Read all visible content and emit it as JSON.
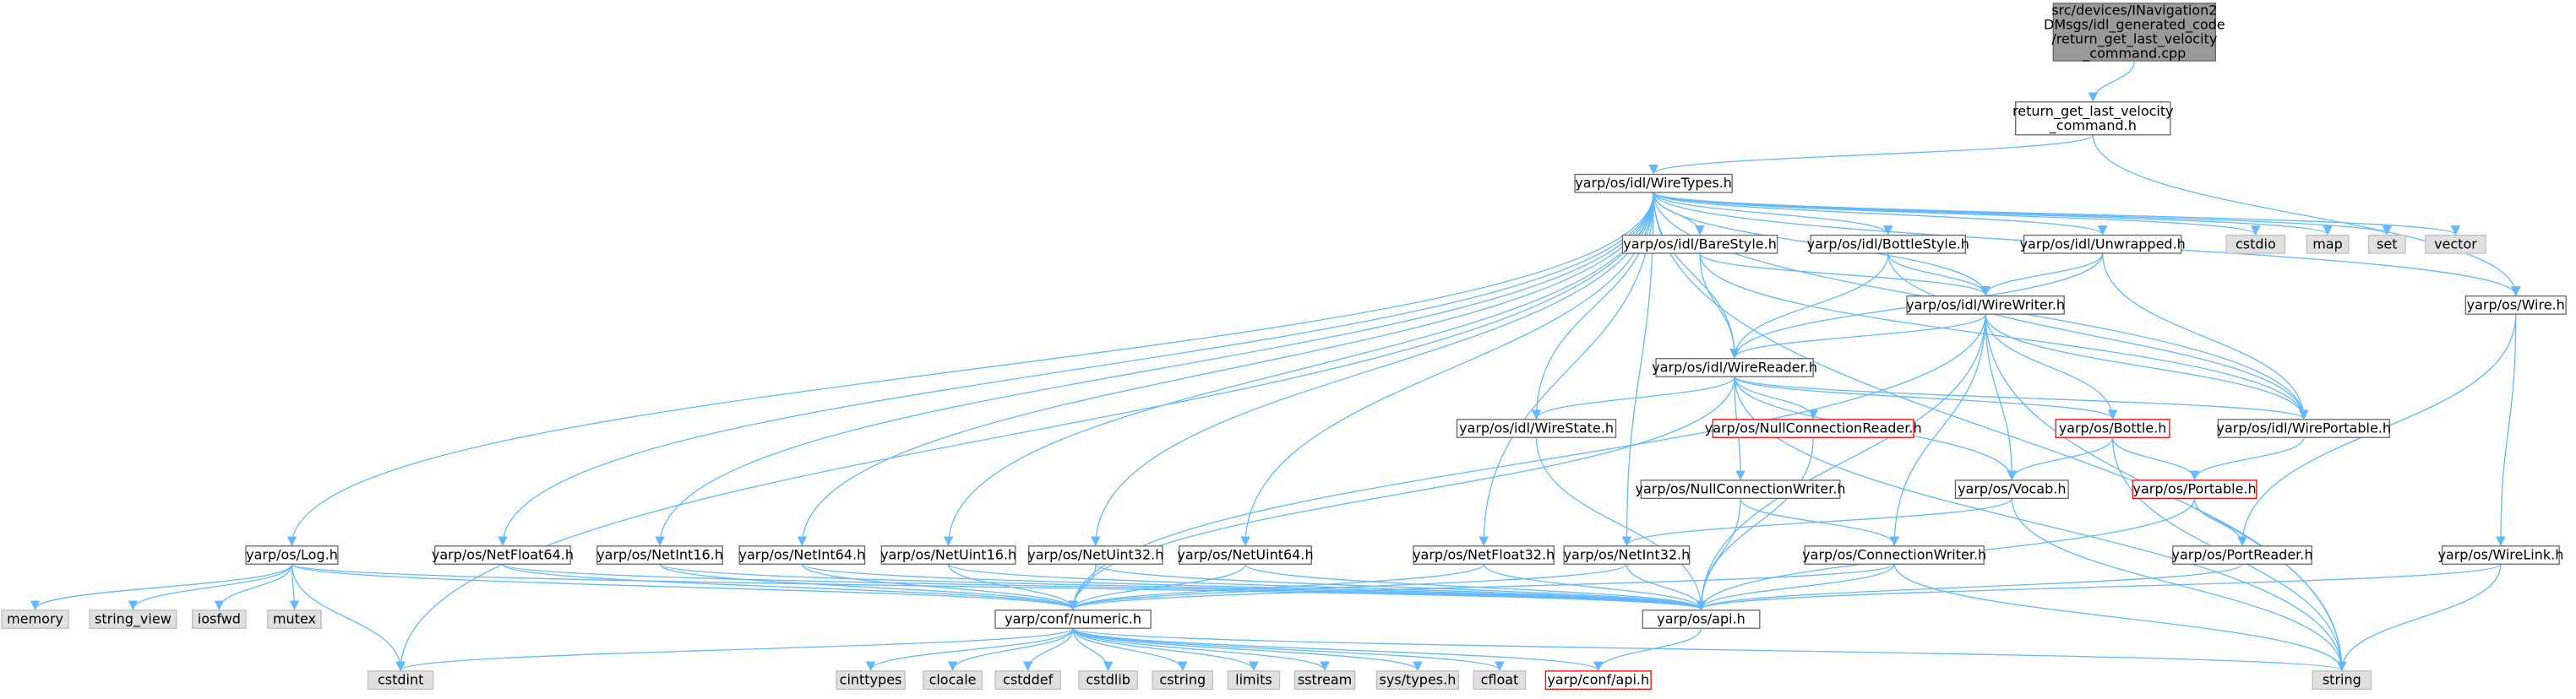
{
  "diagram": {
    "nodes": [
      {
        "id": "root",
        "lines": [
          "src/devices/INavigation2",
          "DMsgs/idl_generated_code",
          "/return_get_last_velocity",
          "_command.cpp"
        ],
        "style": "root"
      },
      {
        "id": "rglv_h",
        "lines": [
          "return_get_last_velocity",
          "_command.h"
        ],
        "style": "normal"
      },
      {
        "id": "wiretypes",
        "lines": [
          "yarp/os/idl/WireTypes.h"
        ],
        "style": "normal"
      },
      {
        "id": "barestyle",
        "lines": [
          "yarp/os/idl/BareStyle.h"
        ],
        "style": "normal"
      },
      {
        "id": "bottlestyle",
        "lines": [
          "yarp/os/idl/BottleStyle.h"
        ],
        "style": "normal"
      },
      {
        "id": "unwrapped",
        "lines": [
          "yarp/os/idl/Unwrapped.h"
        ],
        "style": "normal"
      },
      {
        "id": "cstdio",
        "lines": [
          "cstdio"
        ],
        "style": "system"
      },
      {
        "id": "map",
        "lines": [
          "map"
        ],
        "style": "system"
      },
      {
        "id": "set",
        "lines": [
          "set"
        ],
        "style": "system"
      },
      {
        "id": "vector",
        "lines": [
          "vector"
        ],
        "style": "system"
      },
      {
        "id": "wire",
        "lines": [
          "yarp/os/Wire.h"
        ],
        "style": "normal"
      },
      {
        "id": "wirewriter",
        "lines": [
          "yarp/os/idl/WireWriter.h"
        ],
        "style": "normal"
      },
      {
        "id": "wirereader",
        "lines": [
          "yarp/os/idl/WireReader.h"
        ],
        "style": "normal"
      },
      {
        "id": "wirestate",
        "lines": [
          "yarp/os/idl/WireState.h"
        ],
        "style": "normal"
      },
      {
        "id": "nullconnreader",
        "lines": [
          "yarp/os/NullConnectionReader.h"
        ],
        "style": "truncated"
      },
      {
        "id": "bottle",
        "lines": [
          "yarp/os/Bottle.h"
        ],
        "style": "truncated"
      },
      {
        "id": "wireportable",
        "lines": [
          "yarp/os/idl/WirePortable.h"
        ],
        "style": "normal"
      },
      {
        "id": "nullconnwriter",
        "lines": [
          "yarp/os/NullConnectionWriter.h"
        ],
        "style": "normal"
      },
      {
        "id": "vocab",
        "lines": [
          "yarp/os/Vocab.h"
        ],
        "style": "normal"
      },
      {
        "id": "portable",
        "lines": [
          "yarp/os/Portable.h"
        ],
        "style": "truncated"
      },
      {
        "id": "log",
        "lines": [
          "yarp/os/Log.h"
        ],
        "style": "normal"
      },
      {
        "id": "netfloat64",
        "lines": [
          "yarp/os/NetFloat64.h"
        ],
        "style": "normal"
      },
      {
        "id": "netint16",
        "lines": [
          "yarp/os/NetInt16.h"
        ],
        "style": "normal"
      },
      {
        "id": "netint64",
        "lines": [
          "yarp/os/NetInt64.h"
        ],
        "style": "normal"
      },
      {
        "id": "netuint16",
        "lines": [
          "yarp/os/NetUint16.h"
        ],
        "style": "normal"
      },
      {
        "id": "netuint32",
        "lines": [
          "yarp/os/NetUint32.h"
        ],
        "style": "normal"
      },
      {
        "id": "netuint64",
        "lines": [
          "yarp/os/NetUint64.h"
        ],
        "style": "normal"
      },
      {
        "id": "netfloat32",
        "lines": [
          "yarp/os/NetFloat32.h"
        ],
        "style": "normal"
      },
      {
        "id": "netint32",
        "lines": [
          "yarp/os/NetInt32.h"
        ],
        "style": "normal"
      },
      {
        "id": "connwriter",
        "lines": [
          "yarp/os/ConnectionWriter.h"
        ],
        "style": "normal"
      },
      {
        "id": "portreader",
        "lines": [
          "yarp/os/PortReader.h"
        ],
        "style": "normal"
      },
      {
        "id": "wirelink",
        "lines": [
          "yarp/os/WireLink.h"
        ],
        "style": "normal"
      },
      {
        "id": "memory",
        "lines": [
          "memory"
        ],
        "style": "system"
      },
      {
        "id": "string_view",
        "lines": [
          "string_view"
        ],
        "style": "system"
      },
      {
        "id": "iosfwd",
        "lines": [
          "iosfwd"
        ],
        "style": "system"
      },
      {
        "id": "mutex",
        "lines": [
          "mutex"
        ],
        "style": "system"
      },
      {
        "id": "numeric",
        "lines": [
          "yarp/conf/numeric.h"
        ],
        "style": "normal"
      },
      {
        "id": "api",
        "lines": [
          "yarp/os/api.h"
        ],
        "style": "normal"
      },
      {
        "id": "cstdint",
        "lines": [
          "cstdint"
        ],
        "style": "system"
      },
      {
        "id": "cinttypes",
        "lines": [
          "cinttypes"
        ],
        "style": "system"
      },
      {
        "id": "clocale",
        "lines": [
          "clocale"
        ],
        "style": "system"
      },
      {
        "id": "cstddef",
        "lines": [
          "cstddef"
        ],
        "style": "system"
      },
      {
        "id": "cstdlib",
        "lines": [
          "cstdlib"
        ],
        "style": "system"
      },
      {
        "id": "cstring",
        "lines": [
          "cstring"
        ],
        "style": "system"
      },
      {
        "id": "limits",
        "lines": [
          "limits"
        ],
        "style": "system"
      },
      {
        "id": "sstream",
        "lines": [
          "sstream"
        ],
        "style": "system"
      },
      {
        "id": "systypes",
        "lines": [
          "sys/types.h"
        ],
        "style": "system"
      },
      {
        "id": "cfloat",
        "lines": [
          "cfloat"
        ],
        "style": "system"
      },
      {
        "id": "confapi",
        "lines": [
          "yarp/conf/api.h"
        ],
        "style": "truncated"
      },
      {
        "id": "string",
        "lines": [
          "string"
        ],
        "style": "system"
      }
    ],
    "edges": [
      [
        "root",
        "rglv_h"
      ],
      [
        "rglv_h",
        "wiretypes"
      ],
      [
        "rglv_h",
        "wire"
      ],
      [
        "wiretypes",
        "barestyle"
      ],
      [
        "wiretypes",
        "bottlestyle"
      ],
      [
        "wiretypes",
        "unwrapped"
      ],
      [
        "wiretypes",
        "cstdio"
      ],
      [
        "wiretypes",
        "map"
      ],
      [
        "wiretypes",
        "set"
      ],
      [
        "wiretypes",
        "vector"
      ],
      [
        "wiretypes",
        "wire"
      ],
      [
        "wiretypes",
        "wirewriter"
      ],
      [
        "wiretypes",
        "wirereader"
      ],
      [
        "wiretypes",
        "wirestate"
      ],
      [
        "wiretypes",
        "wireportable"
      ],
      [
        "wiretypes",
        "string"
      ],
      [
        "wiretypes",
        "cstdint"
      ],
      [
        "wiretypes",
        "log"
      ],
      [
        "wiretypes",
        "netfloat64"
      ],
      [
        "wiretypes",
        "netint16"
      ],
      [
        "wiretypes",
        "netint64"
      ],
      [
        "wiretypes",
        "netuint16"
      ],
      [
        "wiretypes",
        "netuint32"
      ],
      [
        "wiretypes",
        "netuint64"
      ],
      [
        "wiretypes",
        "netfloat32"
      ],
      [
        "wiretypes",
        "netint32"
      ],
      [
        "barestyle",
        "wirereader"
      ],
      [
        "barestyle",
        "wirewriter"
      ],
      [
        "barestyle",
        "wireportable"
      ],
      [
        "bottlestyle",
        "wirereader"
      ],
      [
        "bottlestyle",
        "wirewriter"
      ],
      [
        "bottlestyle",
        "wireportable"
      ],
      [
        "unwrapped",
        "wirereader"
      ],
      [
        "unwrapped",
        "wirewriter"
      ],
      [
        "unwrapped",
        "wireportable"
      ],
      [
        "wirewriter",
        "wirereader"
      ],
      [
        "wirewriter",
        "bottle"
      ],
      [
        "wirewriter",
        "wireportable"
      ],
      [
        "wirewriter",
        "vocab"
      ],
      [
        "wirewriter",
        "connwriter"
      ],
      [
        "wirewriter",
        "api"
      ],
      [
        "wirewriter",
        "numeric"
      ],
      [
        "wirewriter",
        "string"
      ],
      [
        "wirereader",
        "wirestate"
      ],
      [
        "wirereader",
        "nullconnreader"
      ],
      [
        "wirereader",
        "bottle"
      ],
      [
        "wirereader",
        "wireportable"
      ],
      [
        "wirereader",
        "nullconnwriter"
      ],
      [
        "wirereader",
        "vocab"
      ],
      [
        "wirereader",
        "numeric"
      ],
      [
        "wirereader",
        "string"
      ],
      [
        "wirestate",
        "api"
      ],
      [
        "nullconnreader",
        "api"
      ],
      [
        "bottle",
        "vocab"
      ],
      [
        "bottle",
        "portable"
      ],
      [
        "bottle",
        "string"
      ],
      [
        "wireportable",
        "portable"
      ],
      [
        "nullconnwriter",
        "connwriter"
      ],
      [
        "nullconnwriter",
        "api"
      ],
      [
        "vocab",
        "netint32"
      ],
      [
        "vocab",
        "string"
      ],
      [
        "portable",
        "portreader"
      ],
      [
        "portable",
        "api"
      ],
      [
        "wire",
        "portreader"
      ],
      [
        "wire",
        "wirelink"
      ],
      [
        "log",
        "memory"
      ],
      [
        "log",
        "string_view"
      ],
      [
        "log",
        "iosfwd"
      ],
      [
        "log",
        "mutex"
      ],
      [
        "log",
        "cstdint"
      ],
      [
        "log",
        "numeric"
      ],
      [
        "log",
        "api"
      ],
      [
        "netfloat64",
        "numeric"
      ],
      [
        "netfloat64",
        "api"
      ],
      [
        "netint16",
        "numeric"
      ],
      [
        "netint16",
        "api"
      ],
      [
        "netint64",
        "numeric"
      ],
      [
        "netint64",
        "api"
      ],
      [
        "netuint16",
        "numeric"
      ],
      [
        "netuint16",
        "api"
      ],
      [
        "netuint32",
        "numeric"
      ],
      [
        "netuint32",
        "api"
      ],
      [
        "netuint64",
        "numeric"
      ],
      [
        "netuint64",
        "api"
      ],
      [
        "netfloat32",
        "numeric"
      ],
      [
        "netfloat32",
        "api"
      ],
      [
        "netint32",
        "numeric"
      ],
      [
        "netint32",
        "api"
      ],
      [
        "connwriter",
        "api"
      ],
      [
        "connwriter",
        "numeric"
      ],
      [
        "connwriter",
        "string"
      ],
      [
        "portreader",
        "api"
      ],
      [
        "wirelink",
        "api"
      ],
      [
        "wirelink",
        "string"
      ],
      [
        "api",
        "confapi"
      ],
      [
        "numeric",
        "cstdint"
      ],
      [
        "numeric",
        "cinttypes"
      ],
      [
        "numeric",
        "clocale"
      ],
      [
        "numeric",
        "cstddef"
      ],
      [
        "numeric",
        "cstdlib"
      ],
      [
        "numeric",
        "cstring"
      ],
      [
        "numeric",
        "limits"
      ],
      [
        "numeric",
        "sstream"
      ],
      [
        "numeric",
        "systypes"
      ],
      [
        "numeric",
        "cfloat"
      ],
      [
        "numeric",
        "confapi"
      ],
      [
        "numeric",
        "string"
      ]
    ],
    "colors": {
      "edge": "#63b8ff",
      "normal_border": "#666666",
      "normal_fill": "#ffffff",
      "root_fill": "#999999",
      "system_border": "#bfbfbf",
      "system_fill": "#e0e0e0",
      "truncated_border": "#ff0000",
      "text": "#000000"
    }
  }
}
